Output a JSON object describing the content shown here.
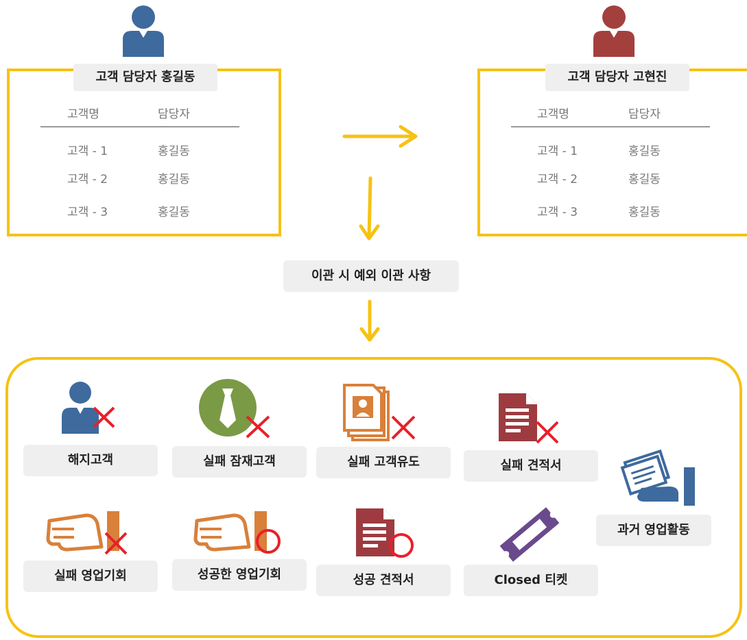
{
  "left_manager": {
    "title": "고객 담당자 홍길동",
    "headers": [
      "고객명",
      "담당자"
    ],
    "rows": [
      {
        "customer": "고객 - 1",
        "manager": "홍길동"
      },
      {
        "customer": "고객 - 2",
        "manager": "홍길동"
      },
      {
        "customer": "고객 - 3",
        "manager": "홍길동"
      }
    ],
    "person_color": "#3E6A9E"
  },
  "right_manager": {
    "title": "고객 담당자 고현진",
    "headers": [
      "고객명",
      "담당자"
    ],
    "rows": [
      {
        "customer": "고객 - 1",
        "manager": "홍길동"
      },
      {
        "customer": "고객 - 2",
        "manager": "홍길동"
      },
      {
        "customer": "고객 - 3",
        "manager": "홍길동"
      }
    ],
    "person_color": "#A3403D"
  },
  "exception_label": "이관 시 예외 이관 사항",
  "exceptions": {
    "items": [
      {
        "label": "해지고객",
        "icon": "person-cross-icon",
        "mark": "x"
      },
      {
        "label": "실패 잠재고객",
        "icon": "tie-cross-icon",
        "mark": "x"
      },
      {
        "label": "실패 고객유도",
        "icon": "profile-cards-cross-icon",
        "mark": "x"
      },
      {
        "label": "실패 견적서",
        "icon": "document-cross-icon",
        "mark": "x"
      },
      {
        "label": "실패 영업기회",
        "icon": "handshake-cross-icon",
        "mark": "x"
      },
      {
        "label": "성공한 영업기회",
        "icon": "handshake-circle-icon",
        "mark": "o"
      },
      {
        "label": "성공 견적서",
        "icon": "document-circle-icon",
        "mark": "o"
      },
      {
        "label": "Closed 티켓",
        "icon": "ticket-icon",
        "mark": "none"
      },
      {
        "label": "과거 영업활동",
        "icon": "hand-papers-icon",
        "mark": "none"
      }
    ]
  },
  "colors": {
    "frame": "#F6C214",
    "arrow": "#F6C214",
    "cross": "#E8202A",
    "blue": "#3E6A9E",
    "green": "#7A9A45",
    "orange": "#D9803A",
    "doc_red": "#9E3B40",
    "ticket_purple": "#6A4A8C"
  }
}
